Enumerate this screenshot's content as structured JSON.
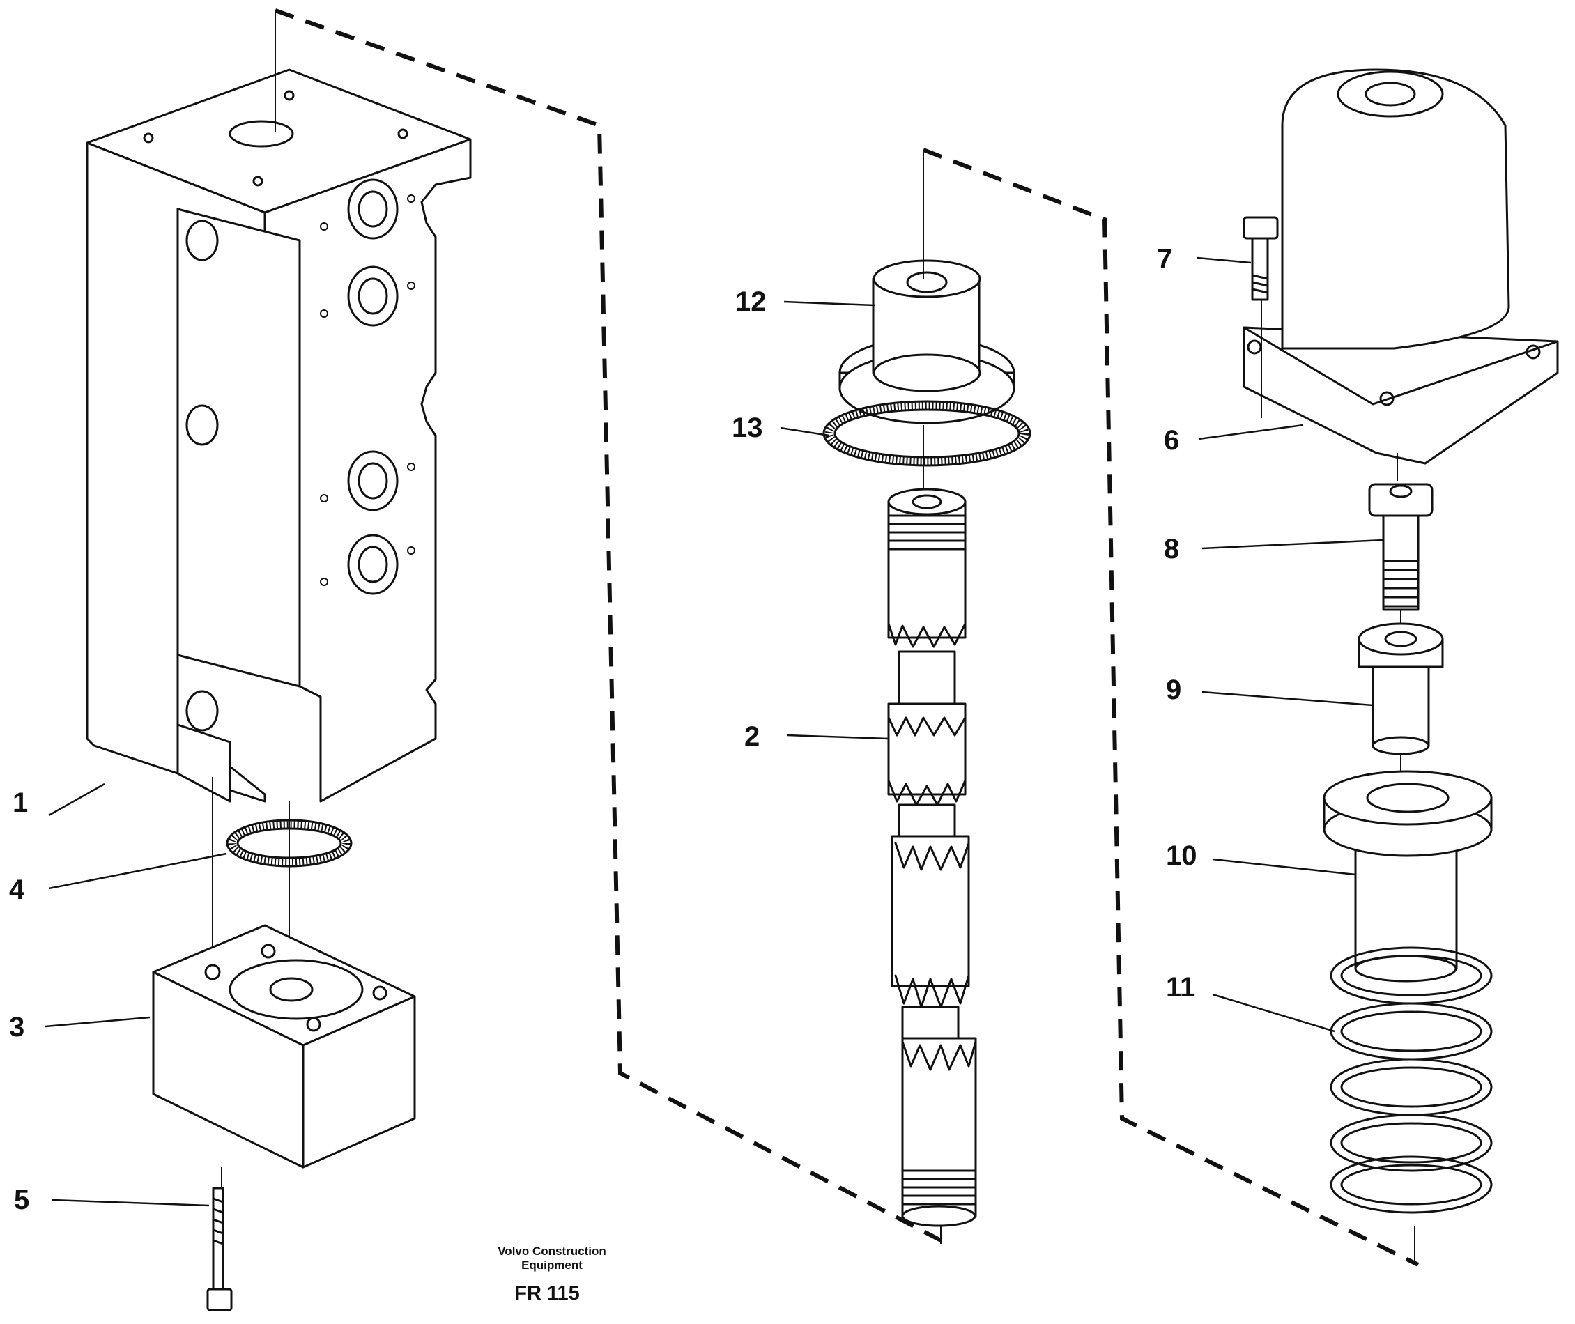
{
  "callouts": [
    {
      "id": "1",
      "label": "1"
    },
    {
      "id": "2",
      "label": "2"
    },
    {
      "id": "3",
      "label": "3"
    },
    {
      "id": "4",
      "label": "4"
    },
    {
      "id": "5",
      "label": "5"
    },
    {
      "id": "6",
      "label": "6"
    },
    {
      "id": "7",
      "label": "7"
    },
    {
      "id": "8",
      "label": "8"
    },
    {
      "id": "9",
      "label": "9"
    },
    {
      "id": "10",
      "label": "10"
    },
    {
      "id": "11",
      "label": "11"
    },
    {
      "id": "12",
      "label": "12"
    },
    {
      "id": "13",
      "label": "13"
    }
  ],
  "caption": {
    "line1": "Volvo Construction",
    "line2": "Equipment",
    "code": "FR 115"
  }
}
